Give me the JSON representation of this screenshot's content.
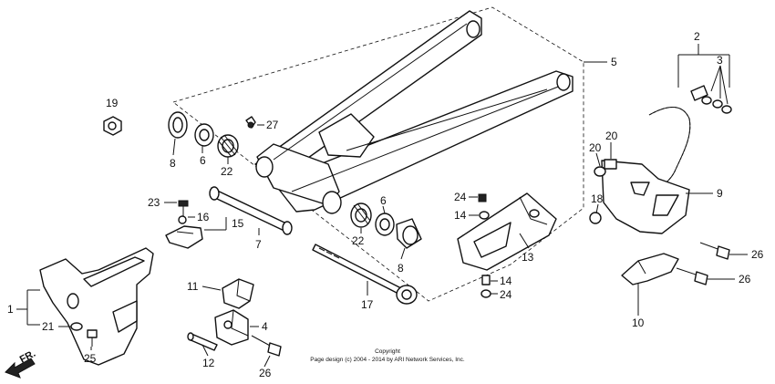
{
  "callouts": [
    "1",
    "2",
    "3",
    "4",
    "5",
    "6",
    "6",
    "7",
    "8",
    "8",
    "9",
    "10",
    "11",
    "12",
    "13",
    "14",
    "14",
    "15",
    "16",
    "17",
    "18",
    "19",
    "20",
    "20",
    "21",
    "22",
    "22",
    "23",
    "24",
    "24",
    "25",
    "26",
    "26",
    "26",
    "27"
  ],
  "direction_label": "FR.",
  "copyright": {
    "line1": "Copyright",
    "line2": "Page design (c) 2004 - 2014 by ARI Network Services, Inc."
  },
  "colors": {
    "ink": "#111111",
    "paper": "#ffffff"
  }
}
